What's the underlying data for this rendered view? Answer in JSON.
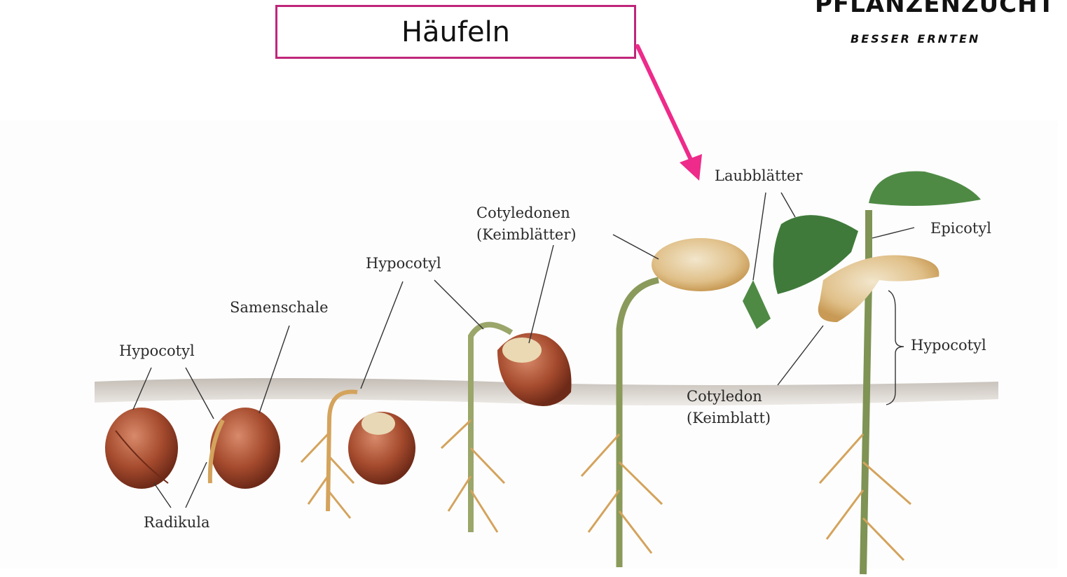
{
  "callout": {
    "text": "Häufeln"
  },
  "brand": {
    "name": "PFLANZENZUCHT",
    "tagline": "BESSER ERNTEN"
  },
  "labels": {
    "hypocotyl_1": "Hypocotyl",
    "samenschale": "Samenschale",
    "radikula": "Radikula",
    "hypocotyl_2": "Hypocotyl",
    "cotyledonen": "Cotyledonen",
    "keimblaetter": "(Keimblätter)",
    "laubblaetter": "Laubblätter",
    "epicotyl": "Epicotyl",
    "hypocotyl_3": "Hypocotyl",
    "cotyledon": "Cotyledon",
    "keimblatt": "(Keimblatt)"
  },
  "colors": {
    "accent": "#c0267a",
    "arrow": "#ee2a8a",
    "seed": "#a64b2e",
    "root": "#d4a35c",
    "stem": "#8a9a5a",
    "leaf": "#3f7a3a",
    "soil": "#b5aea6"
  }
}
